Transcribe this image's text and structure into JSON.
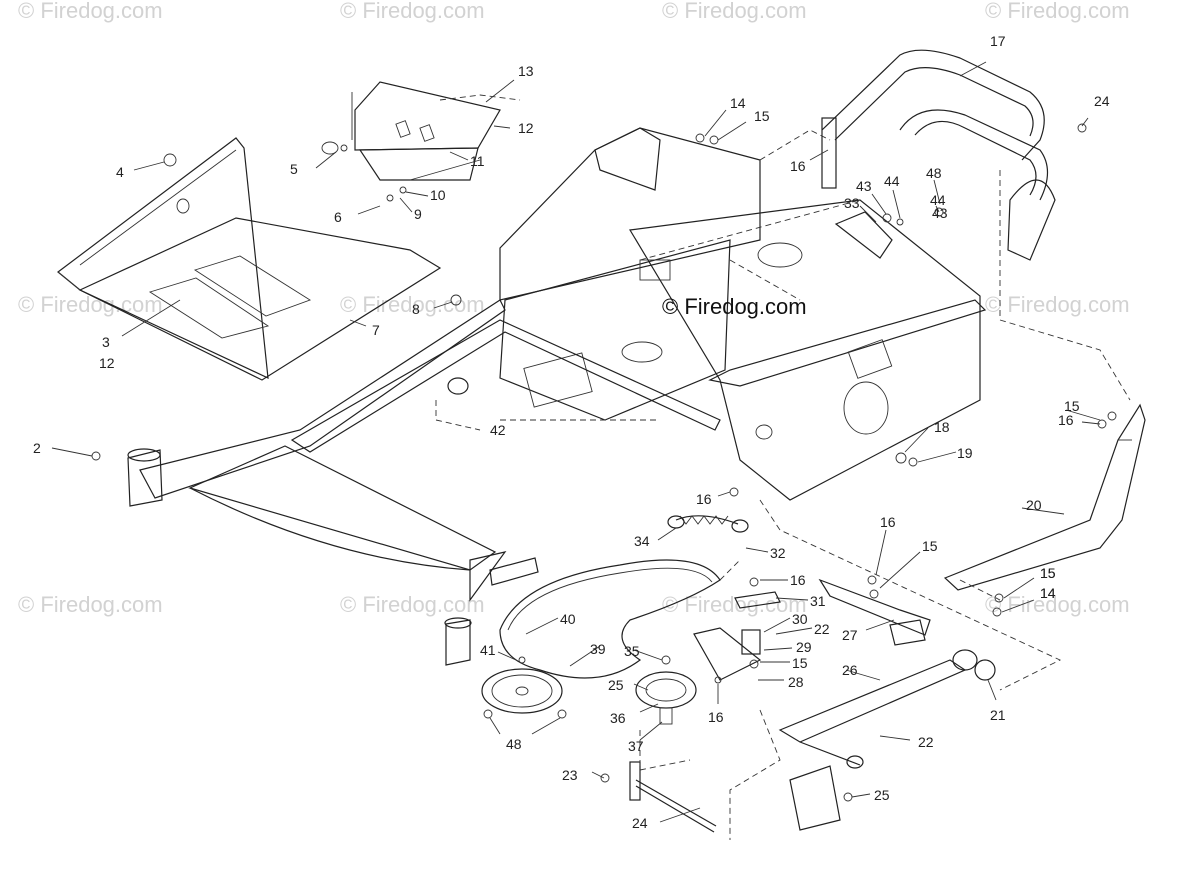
{
  "watermark": "© Firedog.com",
  "center_watermark": "© Firedog.com",
  "labels": [
    "17",
    "24",
    "13",
    "14",
    "15",
    "12",
    "11",
    "16",
    "5",
    "10",
    "48",
    "44",
    "43",
    "33",
    "4",
    "6",
    "9",
    "8",
    "3",
    "7",
    "12",
    "2",
    "42",
    "18",
    "19",
    "15",
    "16",
    "20",
    "16",
    "34",
    "32",
    "16",
    "15",
    "31",
    "30",
    "22",
    "40",
    "29",
    "15",
    "41",
    "39",
    "35",
    "28",
    "25",
    "27",
    "26",
    "21",
    "36",
    "16",
    "37",
    "48",
    "23",
    "22",
    "25",
    "24",
    "14",
    "15"
  ]
}
